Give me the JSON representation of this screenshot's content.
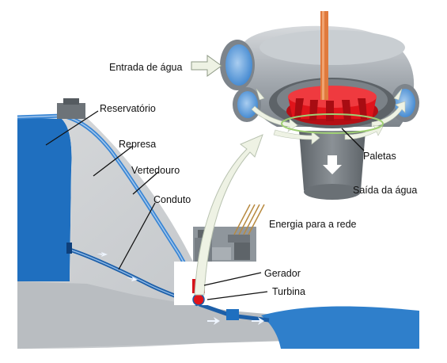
{
  "labels": {
    "water_inlet": "Entrada de água",
    "reservoir": "Reservatório",
    "dam": "Represa",
    "spillway": "Vertedouro",
    "penstock": "Conduto",
    "grid_power": "Energia para a rede",
    "vanes": "Paletas",
    "water_outlet": "Saída da água",
    "generator": "Gerador",
    "turbine": "Turbina"
  },
  "colors": {
    "water": "#1f6fbf",
    "water_light": "#7ab2e6",
    "dam": "#c9cccf",
    "casing": "#9ea4aa",
    "turbine_red": "#e0141b",
    "shaft": "#e07a3c",
    "arrow_fill": "#eef2e4"
  }
}
